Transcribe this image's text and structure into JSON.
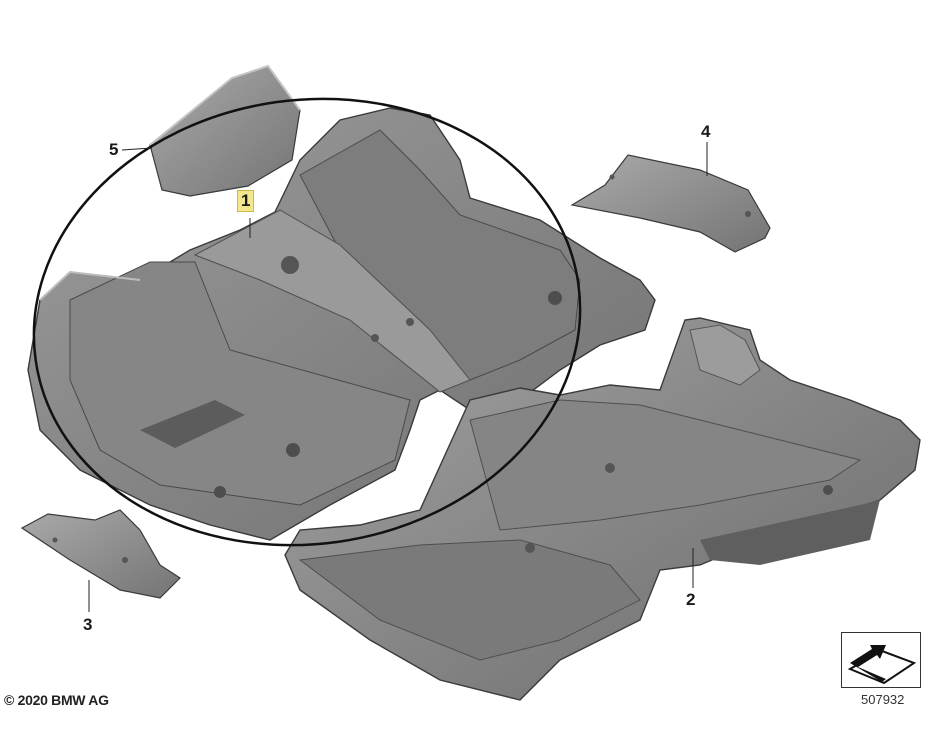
{
  "callouts": {
    "part_1": "1",
    "part_2": "2",
    "part_3": "3",
    "part_4": "4",
    "part_5": "5"
  },
  "footer": {
    "copyright": "© 2020 BMW AG",
    "diagram_number": "507932"
  },
  "colors": {
    "part_fill": "#8a8a8a",
    "part_dark": "#5e5e5e",
    "part_light": "#a9a9a9",
    "outline": "#3a3a3a",
    "highlight": "#f3e98c"
  },
  "icons": {
    "nav": "arrow-over-plate-icon"
  }
}
